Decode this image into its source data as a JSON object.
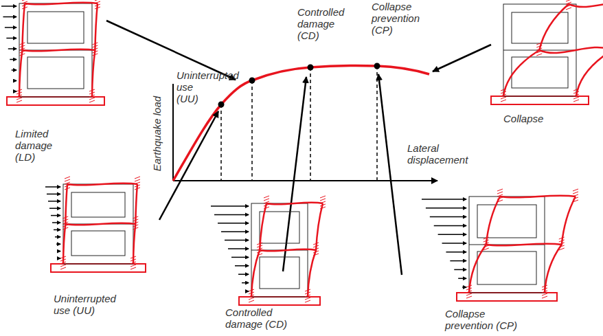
{
  "diagram": {
    "labels": [
      "Controlled damage (CD)",
      "Collapse prevention (CP)",
      "Uninterrupted use (UU)",
      "Earthquake load",
      "Lateral displacement",
      "Limited damage (LD)",
      "Collapse",
      "Uninterrupted use (UU)",
      "Controlled damage (CD)",
      "Collapse prevention (CP)"
    ]
  }
}
